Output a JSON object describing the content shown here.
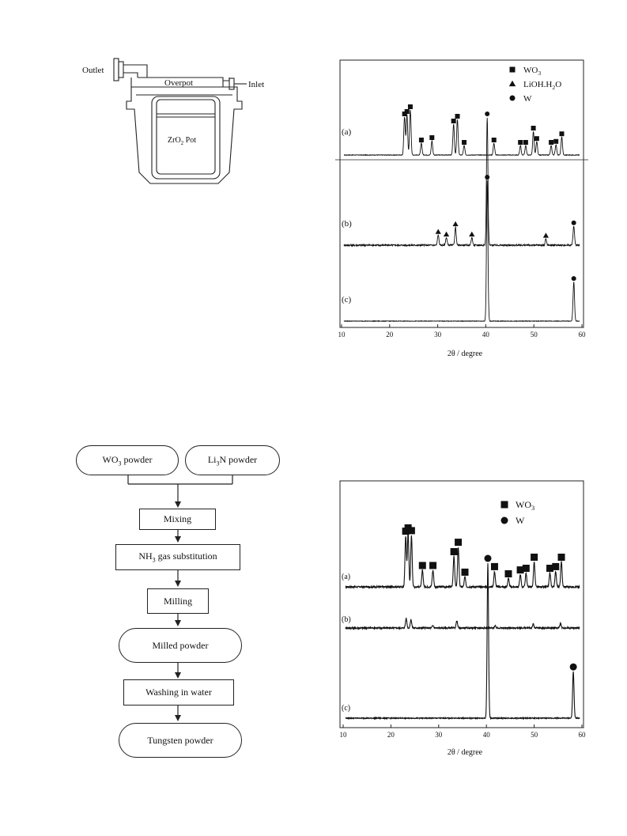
{
  "apparatus": {
    "outlet_label": "Outlet",
    "inlet_label": "Inlet",
    "overpot_label": "Overpot",
    "pot_label_main": "ZrO",
    "pot_label_sub": "2",
    "pot_label_tail": " Pot"
  },
  "flowchart": {
    "wo3_main": "WO",
    "wo3_sub": "3",
    "wo3_tail": " powder",
    "li3n_main": "Li",
    "li3n_sub": "3",
    "li3n_tail": "N powder",
    "mixing": "Mixing",
    "nh3_main": "NH",
    "nh3_sub": "3",
    "nh3_tail": " gas substitution",
    "milling": "Milling",
    "milled_powder": "Milled powder",
    "washing": "Washing in water",
    "tungsten_powder": "Tungsten powder"
  },
  "chart_data": [
    {
      "type": "line",
      "xlabel": "2θ / degree",
      "ylabel": "",
      "xlim": [
        10,
        60
      ],
      "xticks": [
        10,
        20,
        30,
        40,
        50,
        60
      ],
      "legend": [
        {
          "marker": "square",
          "label": "WO3"
        },
        {
          "marker": "triangle",
          "label": "LiOH.H2O"
        },
        {
          "marker": "circle",
          "label": "W"
        }
      ],
      "series": [
        {
          "name": "(a)",
          "peaks": [
            {
              "x": 23.1,
              "h": 0.8,
              "m": "square"
            },
            {
              "x": 23.6,
              "h": 0.85,
              "m": "square"
            },
            {
              "x": 24.3,
              "h": 0.95,
              "m": "square"
            },
            {
              "x": 26.6,
              "h": 0.25,
              "m": "square"
            },
            {
              "x": 28.8,
              "h": 0.3,
              "m": "square"
            },
            {
              "x": 33.3,
              "h": 0.65,
              "m": "square"
            },
            {
              "x": 34.1,
              "h": 0.75,
              "m": "square"
            },
            {
              "x": 35.5,
              "h": 0.2,
              "m": "square"
            },
            {
              "x": 41.7,
              "h": 0.25,
              "m": "square"
            },
            {
              "x": 47.2,
              "h": 0.2,
              "m": "square"
            },
            {
              "x": 48.3,
              "h": 0.2,
              "m": "square"
            },
            {
              "x": 49.9,
              "h": 0.5,
              "m": "square"
            },
            {
              "x": 50.6,
              "h": 0.28,
              "m": "square"
            },
            {
              "x": 53.6,
              "h": 0.2,
              "m": "square"
            },
            {
              "x": 54.6,
              "h": 0.22,
              "m": "square"
            },
            {
              "x": 55.8,
              "h": 0.38,
              "m": "square"
            }
          ]
        },
        {
          "name": "(b)",
          "peaks": [
            {
              "x": 30.1,
              "h": 0.08,
              "m": "triangle"
            },
            {
              "x": 31.8,
              "h": 0.06,
              "m": "triangle"
            },
            {
              "x": 33.7,
              "h": 0.14,
              "m": "triangle"
            },
            {
              "x": 37.1,
              "h": 0.06,
              "m": "triangle"
            },
            {
              "x": 40.3,
              "h": 1.0,
              "m": "circle"
            },
            {
              "x": 52.5,
              "h": 0.05,
              "m": "triangle"
            },
            {
              "x": 58.3,
              "h": 0.15,
              "m": "circle"
            }
          ]
        },
        {
          "name": "(c)",
          "peaks": [
            {
              "x": 40.3,
              "h": 1.0,
              "m": "circle"
            },
            {
              "x": 58.3,
              "h": 0.28,
              "m": "circle"
            }
          ]
        }
      ]
    },
    {
      "type": "line",
      "xlabel": "2θ / degree",
      "ylabel": "",
      "xlim": [
        10,
        60
      ],
      "xticks": [
        10,
        20,
        30,
        40,
        50,
        60
      ],
      "legend": [
        {
          "marker": "square",
          "label": "WO3"
        },
        {
          "marker": "circle",
          "label": "W"
        }
      ],
      "series": [
        {
          "name": "(a)",
          "peaks": [
            {
              "x": 23.1,
              "h": 0.92,
              "m": "square"
            },
            {
              "x": 23.6,
              "h": 0.98,
              "m": "square"
            },
            {
              "x": 24.3,
              "h": 0.93,
              "m": "square"
            },
            {
              "x": 26.6,
              "h": 0.3,
              "m": "square"
            },
            {
              "x": 28.8,
              "h": 0.3,
              "m": "square"
            },
            {
              "x": 33.2,
              "h": 0.55,
              "m": "square"
            },
            {
              "x": 34.1,
              "h": 0.72,
              "m": "square"
            },
            {
              "x": 35.5,
              "h": 0.18,
              "m": "square"
            },
            {
              "x": 41.7,
              "h": 0.28,
              "m": "square"
            },
            {
              "x": 44.6,
              "h": 0.15,
              "m": "square"
            },
            {
              "x": 47.1,
              "h": 0.22,
              "m": "square"
            },
            {
              "x": 48.3,
              "h": 0.25,
              "m": "square"
            },
            {
              "x": 50.0,
              "h": 0.45,
              "m": "square"
            },
            {
              "x": 53.3,
              "h": 0.25,
              "m": "square"
            },
            {
              "x": 54.5,
              "h": 0.28,
              "m": "square"
            },
            {
              "x": 55.7,
              "h": 0.45,
              "m": "square"
            }
          ]
        },
        {
          "name": "(b)",
          "peaks": [
            {
              "x": 23.2,
              "h": 0.25,
              "m": "none"
            },
            {
              "x": 24.2,
              "h": 0.22,
              "m": "none"
            },
            {
              "x": 28.8,
              "h": 0.06,
              "m": "none"
            },
            {
              "x": 33.8,
              "h": 0.18,
              "m": "none"
            },
            {
              "x": 41.8,
              "h": 0.05,
              "m": "none"
            },
            {
              "x": 49.8,
              "h": 0.1,
              "m": "none"
            },
            {
              "x": 55.5,
              "h": 0.12,
              "m": "none"
            }
          ]
        },
        {
          "name": "(c)",
          "peaks": [
            {
              "x": 40.3,
              "h": 1.0,
              "m": "circle"
            },
            {
              "x": 58.2,
              "h": 0.3,
              "m": "circle"
            }
          ]
        }
      ]
    }
  ]
}
